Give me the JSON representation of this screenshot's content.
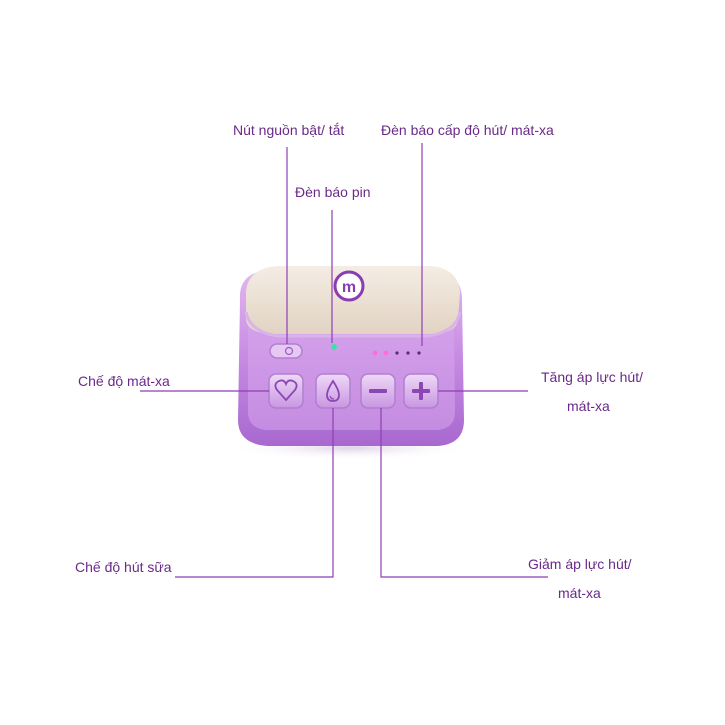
{
  "labels": {
    "power_button": "Nút nguồn bật/ tắt",
    "level_indicator": "Đèn báo cấp độ hút/ mát-xa",
    "battery_indicator": "Đèn báo pin",
    "massage_mode": "Chế độ mát-xa",
    "increase_line1": "Tăng áp lực hút/",
    "increase_line2": "mát-xa",
    "pump_mode": "Chế độ hút sữa",
    "decrease_line1": "Giảm áp lực hút/",
    "decrease_line2": "mát-xa"
  },
  "device": {
    "logo_letter": "m",
    "body_color": "#c78ee3",
    "top_color": "#ede2d6",
    "accent_color": "#9b4bc0",
    "level_lights": 5,
    "level_lights_lit": 2
  },
  "colors": {
    "line": "#8e3fb5",
    "text": "#6a2a88"
  }
}
